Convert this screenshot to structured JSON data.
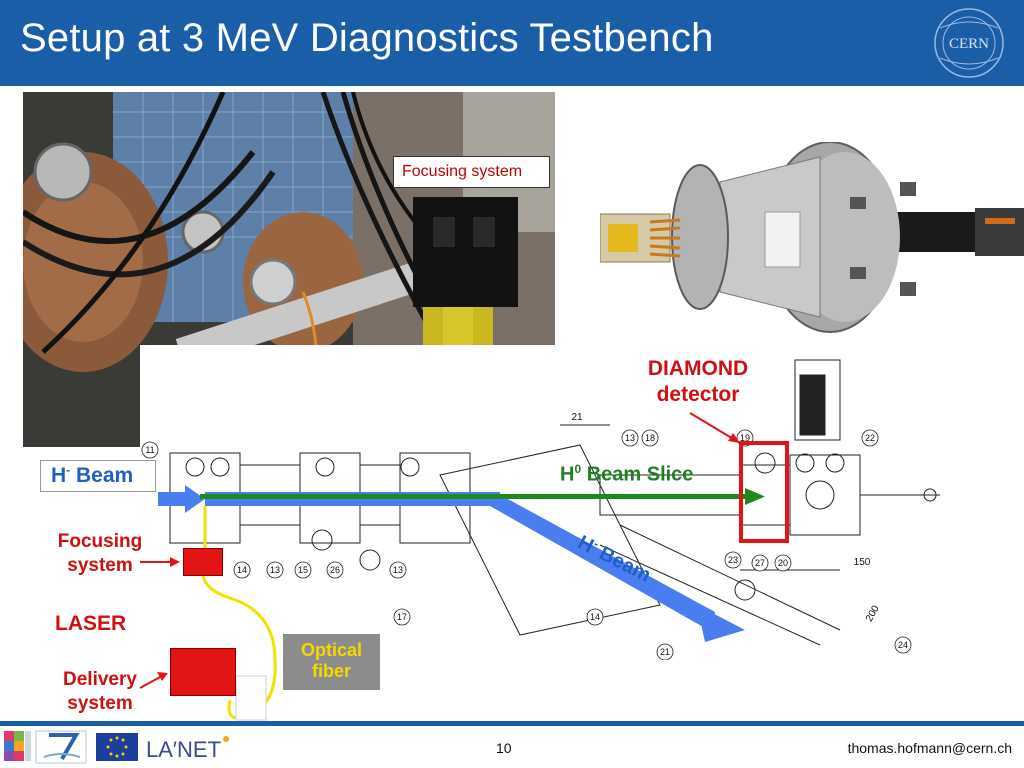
{
  "slide": {
    "title": "Setup at 3 MeV Diagnostics Testbench",
    "page_number": "10",
    "author_email": "thomas.hofmann@cern.ch"
  },
  "logo": {
    "text": "CERN"
  },
  "photo": {
    "callout": "Focusing system"
  },
  "schematic": {
    "labels": {
      "h_minus_beam_left": "Beam",
      "h_minus_beam_diag": "Beam",
      "diamond": "DIAMOND",
      "detector": "detector",
      "h0_beam_slice": "Beam Slice",
      "focusing_1": "Focusing",
      "focusing_2": "system",
      "laser": "LASER",
      "delivery_1": "Delivery",
      "delivery_2": "system",
      "optical_1": "Optical",
      "optical_2": "fiber"
    },
    "symbols": {
      "h": "H",
      "minus": "-",
      "zero": "0"
    },
    "dimensions": [
      "21",
      "150",
      "200"
    ],
    "part_numbers": [
      "11",
      "13",
      "18",
      "19",
      "22",
      "14",
      "13",
      "15",
      "26",
      "13",
      "23",
      "27",
      "20",
      "17",
      "14",
      "21",
      "24"
    ]
  },
  "footer": {
    "logos": [
      "marie-curie-logo",
      "fp7-logo",
      "eu-flag-logo",
      "lanet-logo"
    ],
    "lanet_text": "LA′NET"
  },
  "colors": {
    "header_blue": "#1b5ea8",
    "beam_blue": "#4a7df0",
    "beam_green": "#1e8a1e",
    "highlight_red": "#e31414",
    "fiber_yellow": "#f5e100"
  }
}
